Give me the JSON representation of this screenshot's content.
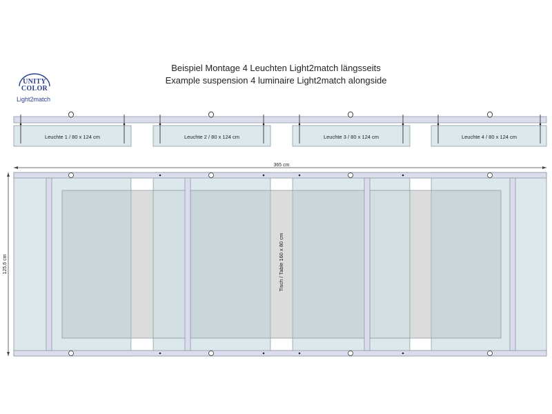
{
  "title": {
    "line1": "Beispiel Montage 4 Leuchten Light2match längsseits",
    "line2": "Example suspension 4 luminaire Light2match alongside"
  },
  "logo": {
    "line1": "UNITY",
    "line2": "COLOR",
    "brand": "Light2match"
  },
  "luminaires": [
    {
      "label": "Leuchte 1 / 80 x 124 cm"
    },
    {
      "label": "Leuchte 2 / 80 x 124 cm"
    },
    {
      "label": "Leuchte 3 / 80 x 124 cm"
    },
    {
      "label": "Leuchte 4 / 80 x 124 cm"
    }
  ],
  "dimensions": {
    "width": "365 cm",
    "height": "125,6 cm",
    "table": "Tisch / Table  160 x 80 cm"
  },
  "colors": {
    "panel": "#dce8ec",
    "panel_stroke": "#8a9aa4",
    "rail": "#dcdcec",
    "inner": "#cbd6da",
    "table": "#dcdcdc"
  }
}
